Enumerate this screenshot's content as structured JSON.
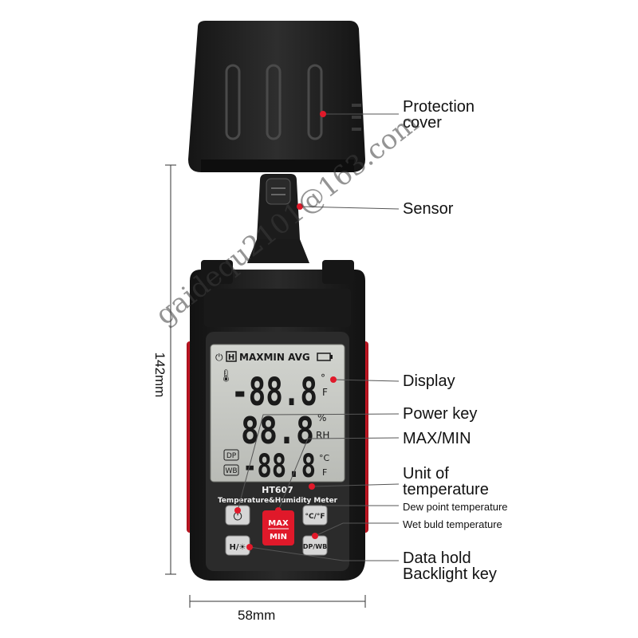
{
  "callouts": {
    "protection_cover": [
      "Protection",
      "cover"
    ],
    "sensor": "Sensor",
    "display": "Display",
    "power_key": "Power key",
    "max_min": "MAX/MIN",
    "unit_of_temperature": [
      "Unit of",
      "temperature"
    ],
    "dew_point": "Dew point temperature",
    "wet_bulb": "Wet buld temperature",
    "data_hold": "Data hold",
    "backlight_key": "Backlight key"
  },
  "dimensions": {
    "height": "142mm",
    "width": "58mm"
  },
  "device": {
    "model": "HT607",
    "subtitle": "Temperature&Humidity Meter",
    "lcd": {
      "status_icons": "H",
      "mode": "MAXMIN AVG",
      "row1_value": "-88.8",
      "row1_units": [
        "°",
        "F"
      ],
      "row2_value": "88.8",
      "row2_units": [
        "%",
        "RH"
      ],
      "row3_value": "-88.8",
      "row3_units": [
        "°C",
        "F"
      ],
      "dp_tag": "DP",
      "wb_tag": "WB"
    },
    "buttons": {
      "power": "⏻",
      "max": "MAX",
      "min": "MIN",
      "unit": "°C/°F",
      "hold": "H/☀",
      "dpwb": "DP/WB"
    }
  },
  "watermark": "gaidequ2101@163.com",
  "colors": {
    "accent_red": "#e0192a",
    "body_dark": "#1e1e1e",
    "lcd_bg": "#c9cbc6"
  }
}
